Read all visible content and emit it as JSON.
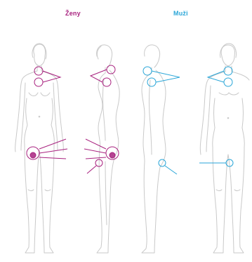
{
  "headings": {
    "women": "Ženy",
    "men": "Muži"
  },
  "colors": {
    "women": "#a8227f",
    "men": "#2aa6d8",
    "outline": "#c9c9c9"
  },
  "figures": [
    {
      "group": "women",
      "view": "front"
    },
    {
      "group": "women",
      "view": "side"
    },
    {
      "group": "men",
      "view": "side"
    },
    {
      "group": "men",
      "view": "front"
    }
  ]
}
